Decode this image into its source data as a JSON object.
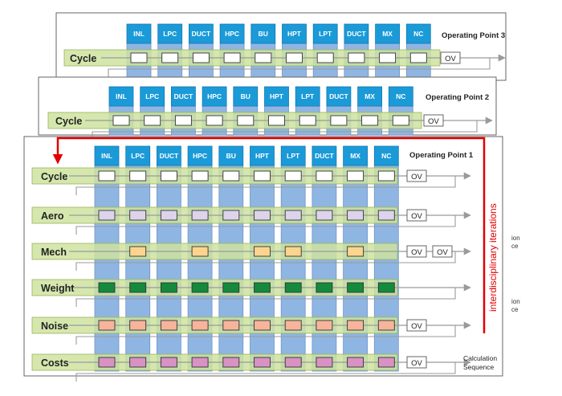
{
  "components": [
    "INL",
    "LPC",
    "DUCT",
    "HPC",
    "BU",
    "HPT",
    "LPT",
    "DUCT",
    "MX",
    "NC"
  ],
  "sheets": [
    {
      "title": "Operating Point 3",
      "disciplines": [
        {
          "label": "Cycle",
          "ov": [
            "OV"
          ]
        }
      ]
    },
    {
      "title": "Operating Point 2",
      "disciplines": [
        {
          "label": "Cycle",
          "ov": [
            "OV"
          ]
        }
      ]
    },
    {
      "title": "Operating Point 1",
      "disciplines": [
        {
          "label": "Cycle",
          "cell_color": "#ffffff",
          "active": [
            1,
            1,
            1,
            1,
            1,
            1,
            1,
            1,
            1,
            1
          ],
          "ov": [
            "OV"
          ]
        },
        {
          "label": "Aero",
          "cell_color": "#ddd3ea",
          "active": [
            1,
            1,
            1,
            1,
            1,
            1,
            1,
            1,
            1,
            1
          ],
          "ov": [
            "OV"
          ]
        },
        {
          "label": "Mech",
          "cell_color": "#fbd58e",
          "active": [
            0,
            1,
            0,
            1,
            0,
            1,
            1,
            0,
            1,
            0
          ],
          "ov": [
            "OV",
            "OV"
          ]
        },
        {
          "label": "Weight",
          "cell_color": "#138a3c",
          "active": [
            1,
            1,
            1,
            1,
            1,
            1,
            1,
            1,
            1,
            1
          ],
          "ov": []
        },
        {
          "label": "Noise",
          "cell_color": "#f6b59b",
          "active": [
            1,
            1,
            1,
            1,
            1,
            1,
            1,
            1,
            1,
            1
          ],
          "ov": [
            "OV"
          ]
        },
        {
          "label": "Costs",
          "cell_color": "#d892c4",
          "active": [
            1,
            1,
            1,
            1,
            1,
            1,
            1,
            1,
            1,
            1
          ],
          "ov": [
            "OV"
          ]
        }
      ]
    }
  ],
  "edge_labels": {
    "calc_line1": "Calculation",
    "calc_line2": "Sequence",
    "partial_ion": "ion",
    "partial_ce": "ce"
  },
  "interdisciplinary_label": "interdisciplinary iterations",
  "colors": {
    "band": "#cfe3a0",
    "band_border": "#9ab55b",
    "column": "#8fb5e3",
    "column_header": "#1b9ad8",
    "arrow": "#9a9a9a",
    "iteration": "#e10000",
    "ov_border": "#555555",
    "ov_fill": "#ffffff",
    "sheet_border": "#666666"
  }
}
